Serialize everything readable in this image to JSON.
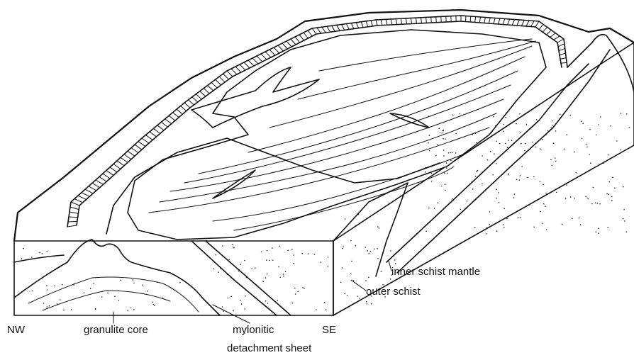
{
  "labels": {
    "nw": "NW",
    "se": "SE",
    "granulite_core": "granulite core",
    "mylonitic": "mylonitic",
    "detachment_sheet": "detachment sheet",
    "outer_schist": "outer schist",
    "inner_schist_mantle": "inner schist mantle"
  }
}
